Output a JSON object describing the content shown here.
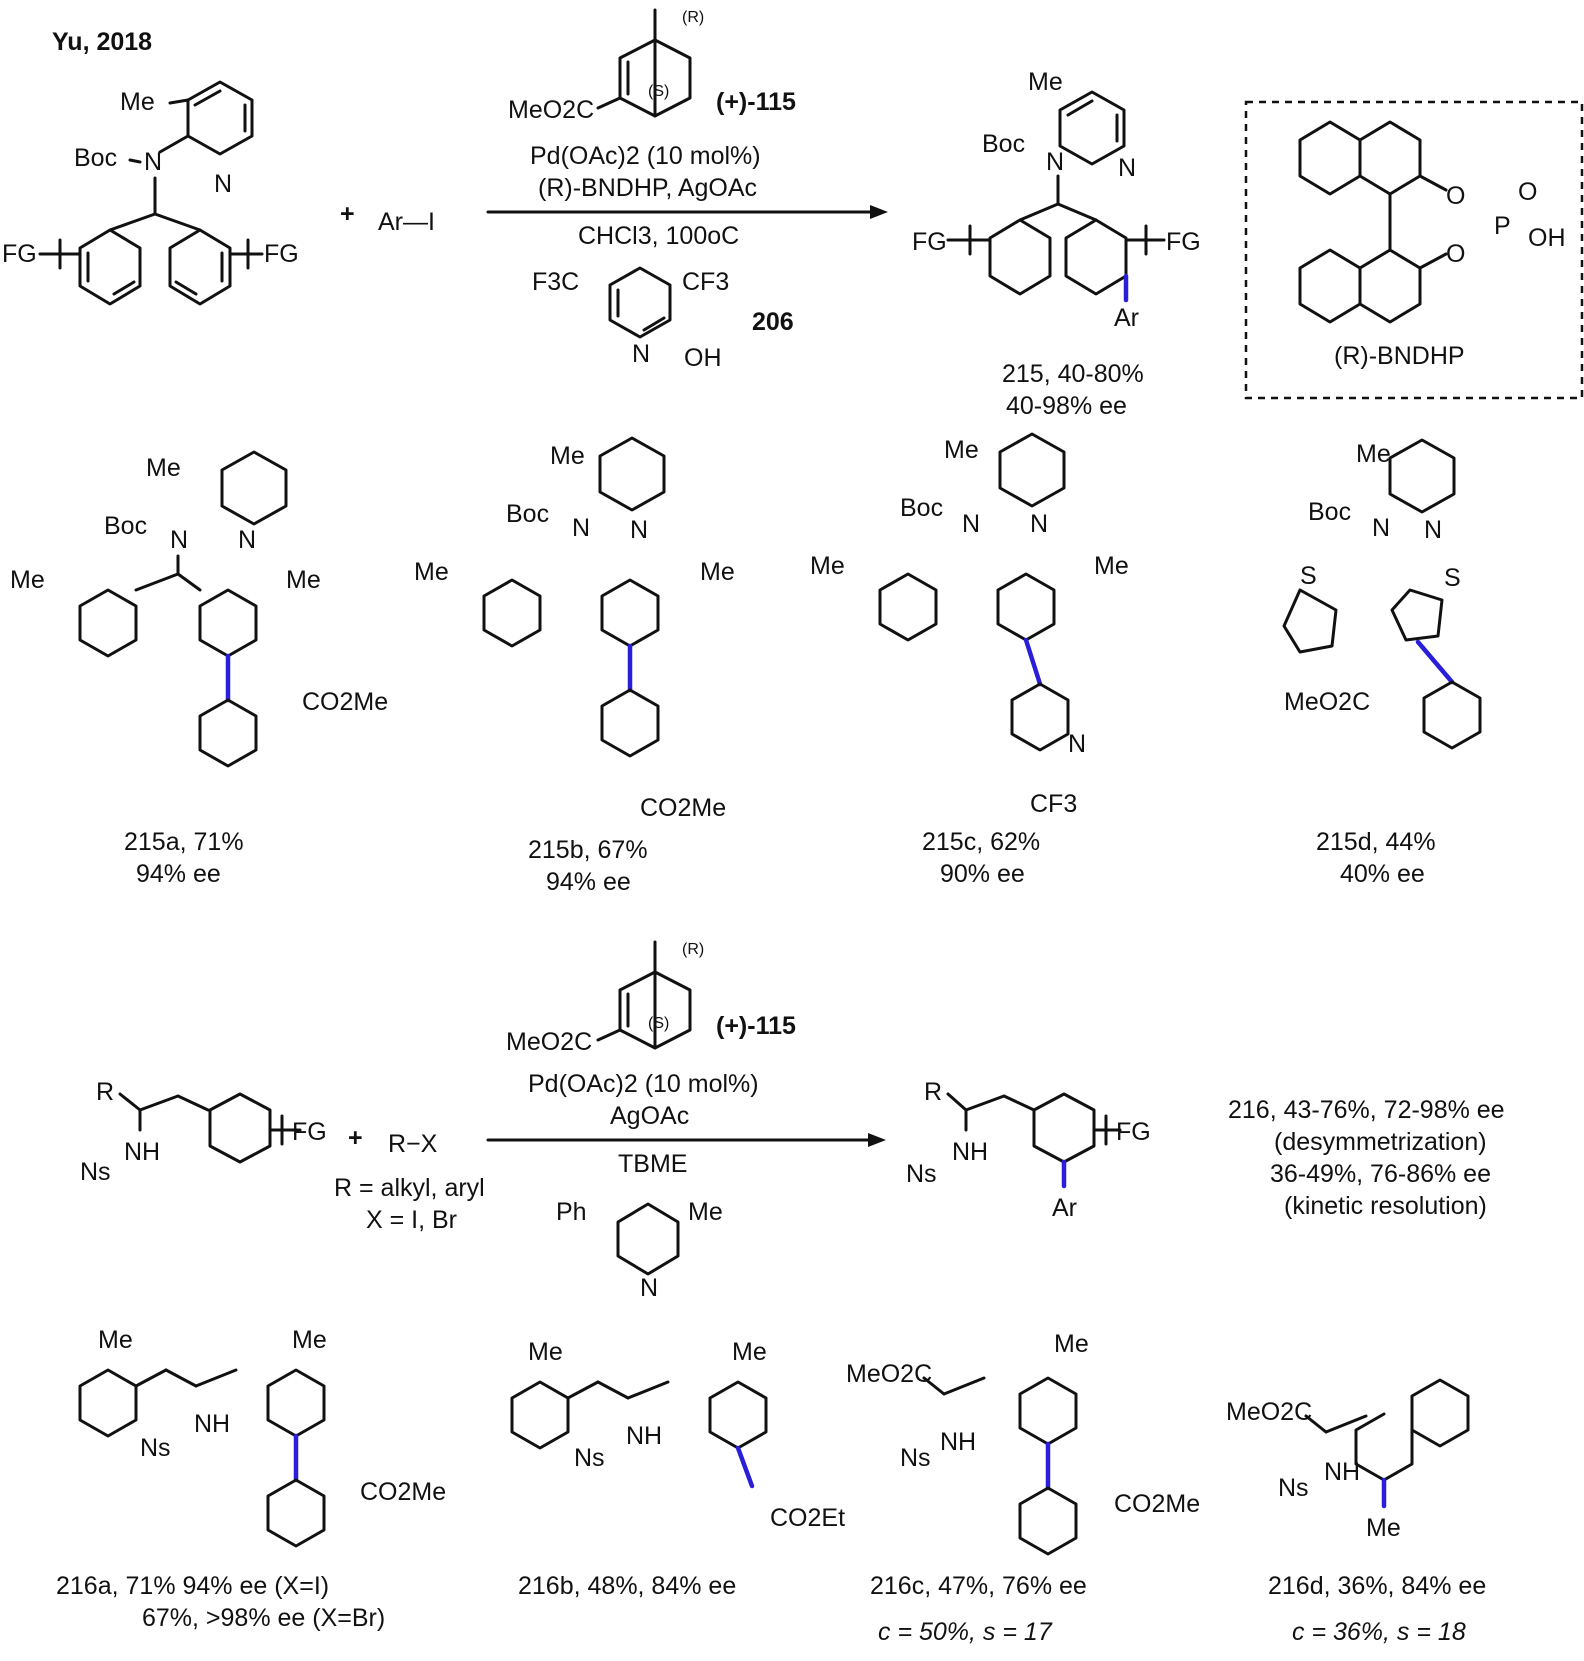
{
  "header": {
    "title": "Yu, 2018"
  },
  "reaction1": {
    "plus": "+",
    "partner": "Ar—I",
    "catalyst_label": "(+)-115",
    "cond_line1": "Pd(OAc)2 (10 mol%)",
    "cond_line2": "(R)-BNDHP, AgOAc",
    "cond_line3": "CHCl3, 100oC",
    "ligand_label": "206",
    "product_caption": "215, 40-80%",
    "product_ee": "40-98% ee",
    "box_label": "(R)-BNDHP"
  },
  "examples1": [
    {
      "caption": "215a, 71%",
      "ee": "94% ee"
    },
    {
      "caption": "215b, 67%",
      "ee": "94% ee"
    },
    {
      "caption": "215c, 62%",
      "ee": "90% ee"
    },
    {
      "caption": "215d, 44%",
      "ee": "40% ee"
    }
  ],
  "reaction2": {
    "plus": "+",
    "partner": "R−X",
    "partner_def1": "R = alkyl, aryl",
    "partner_def2": "X = I, Br",
    "catalyst_label": "(+)-115",
    "cond_line1": "Pd(OAc)2 (10 mol%)",
    "cond_line2": "AgOAc",
    "cond_line3": "TBME",
    "result_line1": "216, 43-76%, 72-98% ee",
    "result_line2": "(desymmetrization)",
    "result_line3": "36-49%, 76-86% ee",
    "result_line4": "(kinetic resolution)"
  },
  "examples2": [
    {
      "caption": "216a, 71% 94% ee (X=I)",
      "line2": "67%, >98% ee (X=Br)"
    },
    {
      "caption": "216b, 48%, 84% ee"
    },
    {
      "caption": "216c, 47%, 76% ee",
      "line2": "c = 50%,  s = 17"
    },
    {
      "caption": "216d, 36%, 84% ee",
      "line2": "c = 36%,  s = 18"
    }
  ],
  "atoms": {
    "me": "Me",
    "boc": "Boc",
    "n": "N",
    "fg": "FG",
    "ar": "Ar",
    "s": "S",
    "o": "O",
    "p": "P",
    "oh": "OH",
    "nh": "NH",
    "ns": "Ns",
    "ph": "Ph",
    "r": "R",
    "stereo_r": "(R)",
    "stereo_s": "(S)",
    "meo2c": "MeO2C",
    "co2me": "CO2Me",
    "co2et": "CO2Et",
    "cf3": "CF3",
    "f3c": "F3C"
  },
  "colors": {
    "new_bond": "#2a1fd8",
    "ink": "#111111",
    "background": "#ffffff"
  }
}
